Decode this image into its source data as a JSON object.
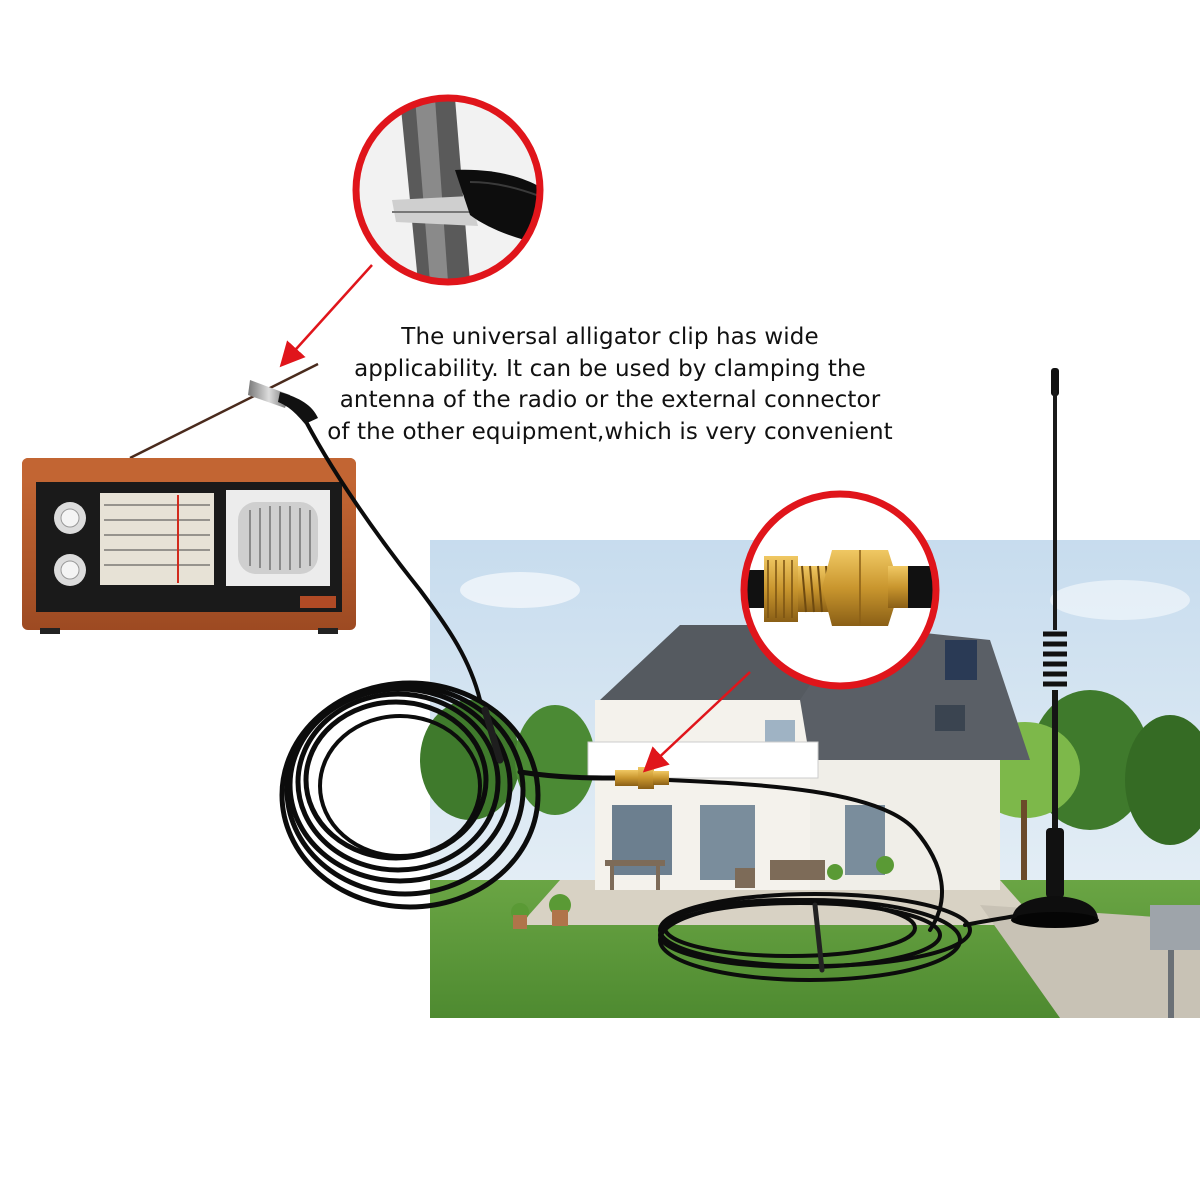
{
  "caption": {
    "line1": "The universal alligator clip has wide",
    "line2": "applicability. It can be used by clamping the",
    "line3": "antenna of the radio or the external connector",
    "line4": "of the other equipment,which is very convenient"
  },
  "radio": {
    "panel_text_left": "",
    "panel_text_mid": "",
    "panel_text_right": ""
  },
  "colors": {
    "callout_red": "#e0151b",
    "cable_black": "#0c0c0c",
    "radio_wood": "#b75a2c",
    "brass": "#c9962e",
    "sky": "#cfe3f3",
    "lawn": "#5e9a3a"
  }
}
